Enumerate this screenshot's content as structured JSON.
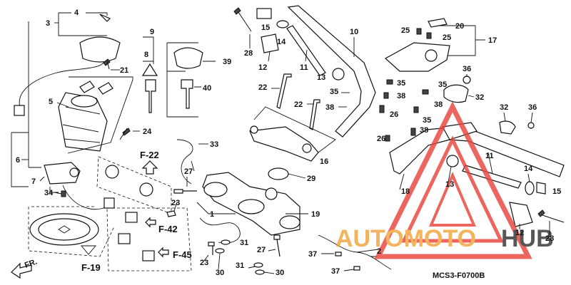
{
  "diagram": {
    "code": "MCS3-F0700B",
    "front_marker": "FR.",
    "sections": [
      "F-22",
      "F-42",
      "F-45",
      "F-19"
    ],
    "callouts": [
      {
        "id": "c4",
        "text": "4"
      },
      {
        "id": "c3",
        "text": "3"
      },
      {
        "id": "c21",
        "text": "21"
      },
      {
        "id": "c5",
        "text": "5"
      },
      {
        "id": "c24",
        "text": "24"
      },
      {
        "id": "c6",
        "text": "6"
      },
      {
        "id": "c7",
        "text": "7"
      },
      {
        "id": "c34",
        "text": "34"
      },
      {
        "id": "c9",
        "text": "9"
      },
      {
        "id": "c8",
        "text": "8"
      },
      {
        "id": "c39",
        "text": "39"
      },
      {
        "id": "c40",
        "text": "40"
      },
      {
        "id": "c33",
        "text": "33"
      },
      {
        "id": "c27a",
        "text": "27"
      },
      {
        "id": "c23a",
        "text": "23"
      },
      {
        "id": "c1",
        "text": "1"
      },
      {
        "id": "c23b",
        "text": "23"
      },
      {
        "id": "c30a",
        "text": "30"
      },
      {
        "id": "c31a",
        "text": "31"
      },
      {
        "id": "c31b",
        "text": "31"
      },
      {
        "id": "c30b",
        "text": "30"
      },
      {
        "id": "c27b",
        "text": "27"
      },
      {
        "id": "c15",
        "text": "15"
      },
      {
        "id": "c28a",
        "text": "28"
      },
      {
        "id": "c14a",
        "text": "14"
      },
      {
        "id": "c12a",
        "text": "12"
      },
      {
        "id": "c11a",
        "text": "11"
      },
      {
        "id": "c10",
        "text": "10"
      },
      {
        "id": "c13a",
        "text": "13"
      },
      {
        "id": "c22a",
        "text": "22"
      },
      {
        "id": "c22b",
        "text": "22"
      },
      {
        "id": "c35a",
        "text": "35"
      },
      {
        "id": "c38a",
        "text": "38"
      },
      {
        "id": "c16",
        "text": "16"
      },
      {
        "id": "c29",
        "text": "29"
      },
      {
        "id": "c19",
        "text": "19"
      },
      {
        "id": "c37a",
        "text": "37"
      },
      {
        "id": "c37b",
        "text": "37"
      },
      {
        "id": "c2",
        "text": "2"
      },
      {
        "id": "c25a",
        "text": "25"
      },
      {
        "id": "c25b",
        "text": "25"
      },
      {
        "id": "c20",
        "text": "20"
      },
      {
        "id": "c17",
        "text": "17"
      },
      {
        "id": "c35b",
        "text": "35"
      },
      {
        "id": "c38b",
        "text": "38"
      },
      {
        "id": "c26a",
        "text": "26"
      },
      {
        "id": "c35c",
        "text": "35"
      },
      {
        "id": "c38c",
        "text": "38"
      },
      {
        "id": "c26b",
        "text": "26"
      },
      {
        "id": "c35d",
        "text": "35"
      },
      {
        "id": "c38d",
        "text": "38"
      },
      {
        "id": "c36a",
        "text": "36"
      },
      {
        "id": "c32a",
        "text": "32"
      },
      {
        "id": "c32b",
        "text": "32"
      },
      {
        "id": "c36b",
        "text": "36"
      },
      {
        "id": "c11b",
        "text": "11"
      },
      {
        "id": "c14b",
        "text": "14"
      },
      {
        "id": "c13b",
        "text": "13"
      },
      {
        "id": "c15b",
        "text": "15"
      },
      {
        "id": "c18",
        "text": "18"
      },
      {
        "id": "c12b",
        "text": "12"
      },
      {
        "id": "c28b",
        "text": "28"
      }
    ]
  },
  "watermark": {
    "brand_text_a": "AUTOMOTO",
    "brand_text_b": "HUB",
    "color_primary": "#e8453c",
    "color_secondary": "#f2a33a",
    "color_dark": "#333333"
  }
}
